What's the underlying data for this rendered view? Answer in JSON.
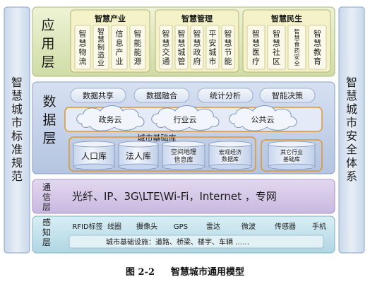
{
  "side_left": {
    "chars": [
      "智",
      "慧",
      "城",
      "市",
      "标",
      "准",
      "规",
      "范"
    ]
  },
  "side_right": {
    "chars": [
      "智",
      "慧",
      "城",
      "市",
      "安",
      "全",
      "体",
      "系"
    ]
  },
  "layers": {
    "application": {
      "title_chars": [
        "应",
        "用",
        "层"
      ],
      "groups": [
        {
          "title": "智慧产业",
          "items": [
            [
              "智",
              "慧",
              "物",
              "流"
            ],
            [
              "智",
              "慧",
              "制",
              "造",
              "业"
            ],
            [
              "信",
              "息",
              "产",
              "业"
            ],
            [
              "智",
              "能",
              "能",
              "源"
            ]
          ]
        },
        {
          "title": "智慧管理",
          "items": [
            [
              "智",
              "慧",
              "交",
              "通"
            ],
            [
              "智",
              "慧",
              "城",
              "管"
            ],
            [
              "智",
              "慧",
              "政",
              "府"
            ],
            [
              "平",
              "安",
              "城",
              "市"
            ],
            [
              "智",
              "慧",
              "节",
              "能"
            ]
          ]
        },
        {
          "title": "智慧民生",
          "items": [
            [
              "智",
              "慧",
              "医",
              "疗"
            ],
            [
              "智",
              "慧",
              "社",
              "区"
            ],
            [
              "智",
              "慧",
              "食",
              "药",
              "安",
              "全"
            ],
            [
              "智",
              "慧",
              "教",
              "育"
            ]
          ]
        }
      ]
    },
    "data": {
      "title_chars": [
        "数",
        "据",
        "层"
      ],
      "services": [
        "数据共享",
        "数据融合",
        "统计分析",
        "智能决策"
      ],
      "clouds": [
        "政务云",
        "行业云",
        "公共云"
      ],
      "base_title": "城市基础库",
      "databases": [
        {
          "lines": [
            "人口库"
          ]
        },
        {
          "lines": [
            "法人库"
          ]
        },
        {
          "lines": [
            "空间地理",
            "信息库"
          ]
        },
        {
          "lines": [
            "宏观经济",
            "数据库"
          ]
        },
        {
          "lines": [
            "其它行业",
            "基础库"
          ]
        }
      ]
    },
    "network": {
      "title_chars": [
        "通",
        "信",
        "层"
      ],
      "text": "光纤、IP、3G\\LTE\\Wi-Fi，Internet ，专网"
    },
    "sensing": {
      "title_chars": [
        "感",
        "知",
        "层"
      ],
      "devices": [
        "RFID标签",
        "线圈",
        "摄像头",
        "GPS",
        "雷达",
        "微波",
        "传感器",
        "手机"
      ],
      "infra": "城市基础设施：道路、桥梁、楼宇、车辆 ……"
    }
  },
  "caption": {
    "figure_no": "图 2-2",
    "title": "智慧城市通用模型"
  },
  "colors": {
    "app_layer": "#dfe8c0",
    "app_group": "#f3f0c4",
    "data_layer": "#c4d0e6",
    "network_layer": "#d4c8e6",
    "sensing_layer": "#c4e0ea",
    "side_bar": "#d6e2f0",
    "orange_outline": "#e0962e"
  }
}
